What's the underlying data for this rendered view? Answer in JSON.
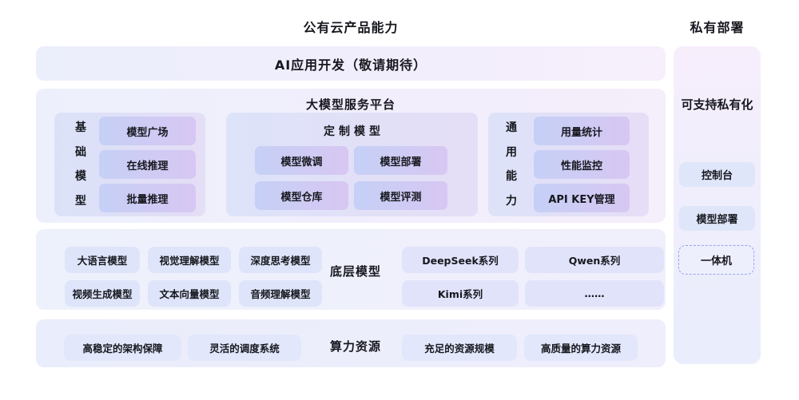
{
  "page": {
    "title_public": "公有云产品能力",
    "title_private": "私有部署"
  },
  "ai_app_band": {
    "label": "AI应用开发（敬请期待）"
  },
  "platform_band": {
    "title": "大模型服务平台",
    "base_models": {
      "label": "基础模型",
      "items": [
        "模型广场",
        "在线推理",
        "批量推理"
      ]
    },
    "custom_models": {
      "label": "定制模型",
      "items": [
        "模型微调",
        "模型部署",
        "模型仓库",
        "模型评测"
      ]
    },
    "general_capabilities": {
      "label": "通用能力",
      "items": [
        "用量统计",
        "性能监控",
        "API KEY管理"
      ]
    }
  },
  "base_layer_band": {
    "label": "底层模型",
    "model_types": [
      "大语言模型",
      "视觉理解模型",
      "深度思考模型",
      "视频生成模型",
      "文本向量模型",
      "音频理解模型"
    ],
    "model_series": [
      "DeepSeek系列",
      "Qwen系列",
      "Kimi系列",
      "……"
    ]
  },
  "compute_band": {
    "label": "算力资源",
    "left_items": [
      "高稳定的架构保障",
      "灵活的调度系统"
    ],
    "right_items": [
      "充足的资源规模",
      "高质量的算力资源"
    ]
  },
  "private_panel": {
    "title": "可支持私有化",
    "items": [
      "控制台",
      "模型部署",
      "一体机"
    ]
  },
  "colors": {
    "band_blue": "#ebeefb",
    "band_pink": "#f7effc",
    "inner_panel_blue": "#dbe2f8",
    "inner_panel_purple": "#e4def6",
    "button_blue": "#c6d0f6",
    "button_purple": "#d7c7f2",
    "chip_blue": "#dee4f9",
    "dashed_border": "#95a3f0",
    "text": "#17181f"
  }
}
